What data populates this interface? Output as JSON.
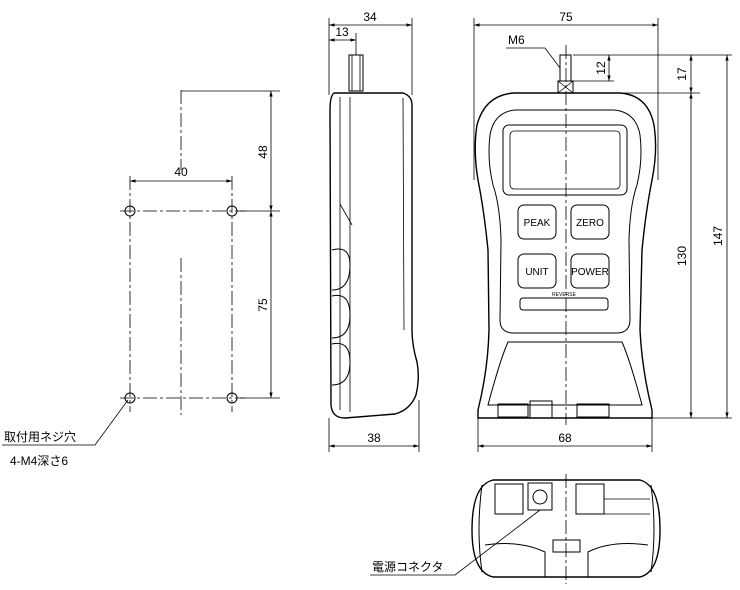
{
  "dimensions": {
    "side_width": "34",
    "side_shaft": "13",
    "side_base": "38",
    "front_width": "75",
    "front_base": "68",
    "thread": "M6",
    "shaft_12": "12",
    "shaft_17": "17",
    "body_130": "130",
    "total_147": "147",
    "mount_48": "48",
    "mount_40": "40",
    "mount_75": "75"
  },
  "labels": {
    "mount_holes": "取付用ネジ穴",
    "mount_spec": "4-M4深さ6",
    "connector": "電源コネクタ"
  },
  "buttons": {
    "peak": "PEAK",
    "zero": "ZERO",
    "unit": "UNIT",
    "power": "POWER",
    "reverse": "REVERSE"
  }
}
